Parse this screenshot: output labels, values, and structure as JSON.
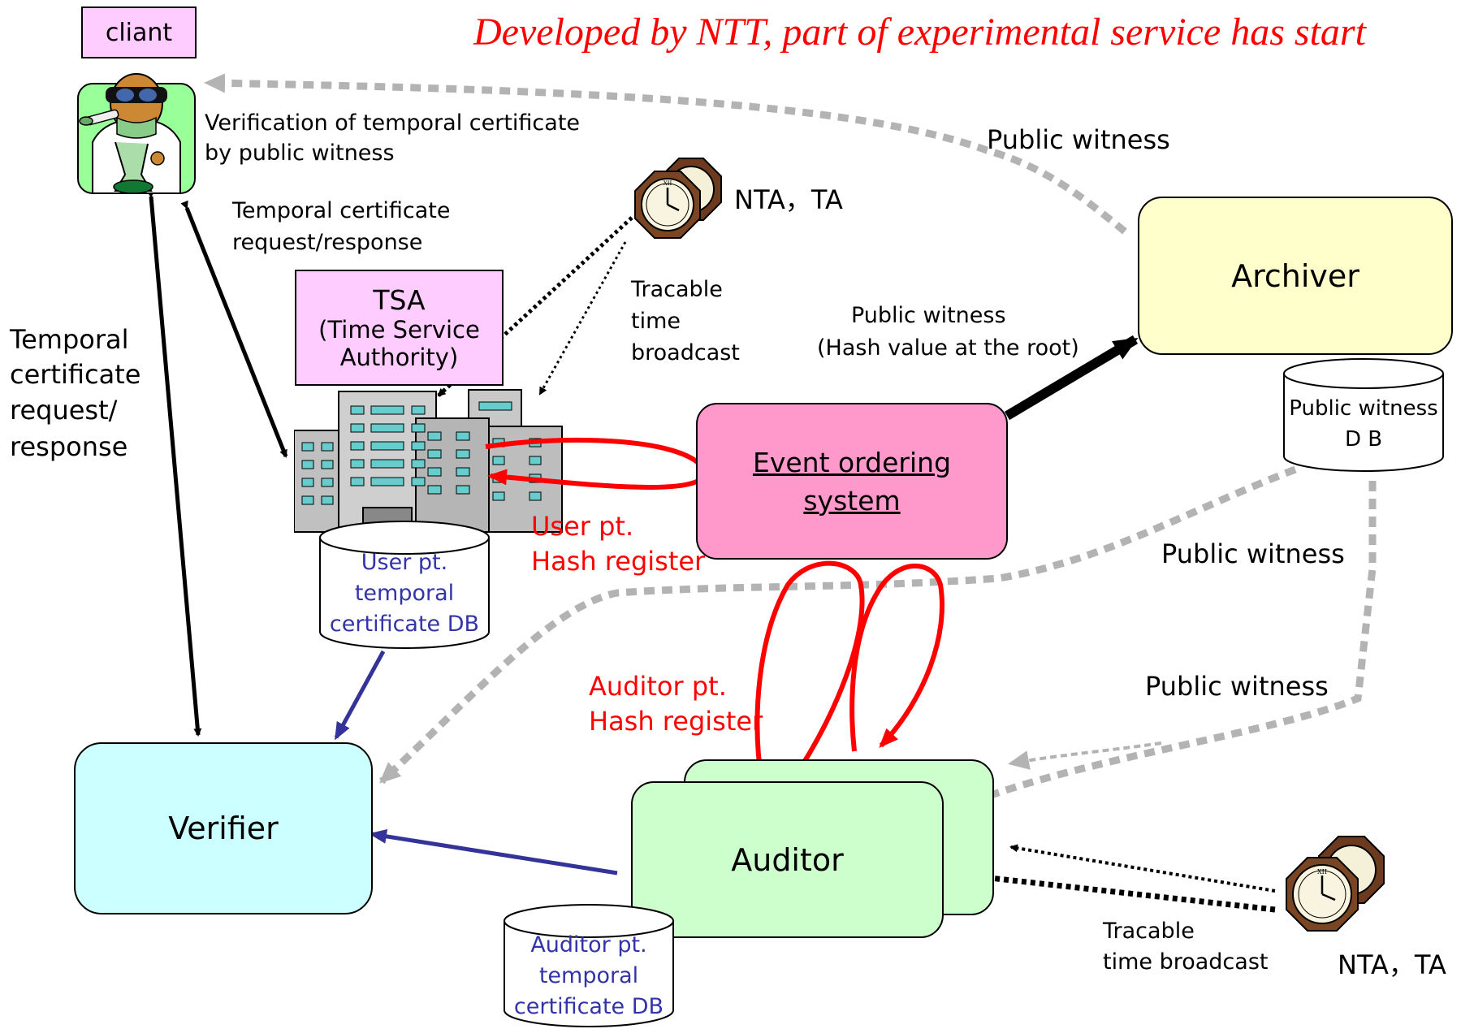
{
  "banner": "Developed by NTT, part of experimental service has start",
  "colors": {
    "client_box": "#ffccff",
    "tsa_box": "#ffccff",
    "archiver": "#ffffcc",
    "event_ordering": "#ff99cc",
    "verifier": "#ccffff",
    "auditor": "#ccffcc",
    "red": "#ff0000",
    "navy": "#333399",
    "gray_dash": "#b3b3b3",
    "db_blue_text": "#3333aa"
  },
  "nodes": {
    "client": "cliant",
    "tsa_title": "TSA",
    "tsa_subtitle_1": "(Time Service",
    "tsa_subtitle_2": "Authority)",
    "archiver": "Archiver",
    "event_ordering_1": "Event ordering",
    "event_ordering_2": "system",
    "verifier": "Verifier",
    "auditor": "Auditor"
  },
  "databases": {
    "user_db": [
      "User pt.",
      "temporal",
      "certificate DB"
    ],
    "auditor_db": [
      "Auditor pt.",
      "temporal",
      "certificate DB"
    ],
    "public_witness_db": [
      "Public witness",
      "D B"
    ]
  },
  "labels": {
    "verification_1": "Verification of temporal certificate",
    "verification_2": "by public witness",
    "temporal_request_1": "Temporal certificate",
    "temporal_request_2": "request/response",
    "left_request": [
      "Temporal",
      "certificate",
      "request/",
      "response"
    ],
    "nta_ta_top": "NTA，TA",
    "nta_ta_bottom": "NTA，TA",
    "tracable_top": [
      "Tracable",
      "time",
      "broadcast"
    ],
    "tracable_bottom": [
      "Tracable",
      "time broadcast"
    ],
    "public_witness_top": "Public witness",
    "public_witness_root_1": "Public witness",
    "public_witness_root_2": "(Hash value at the root)",
    "public_witness_mid": "Public witness",
    "public_witness_low": "Public witness",
    "user_hash_1": "User pt.",
    "user_hash_2": "Hash register",
    "auditor_hash_1": "Auditor pt.",
    "auditor_hash_2": "Hash register"
  },
  "icons": [
    "scientist-icon",
    "clock-icon",
    "office-building-icon",
    "database-cylinder-icon"
  ]
}
